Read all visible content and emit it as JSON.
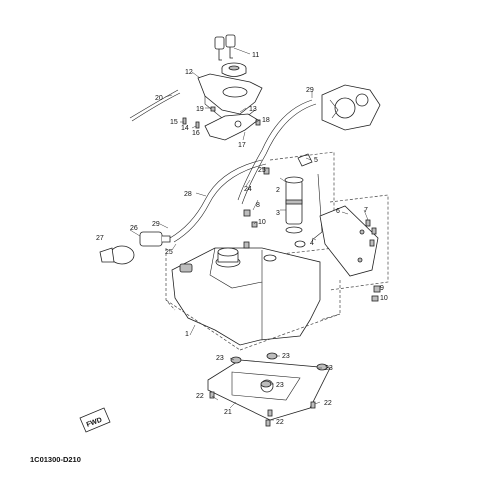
{
  "labels": {
    "p1": "1",
    "p2": "2",
    "p3": "3",
    "p4": "4",
    "p5": "5",
    "p6": "6",
    "p7": "7",
    "p8": "8",
    "p9": "9",
    "p10a": "10",
    "p10b": "10",
    "p11": "11",
    "p12": "12",
    "p13": "13",
    "p14": "14",
    "p15": "15",
    "p16": "16",
    "p17": "17",
    "p18": "18",
    "p19": "19",
    "p20": "20",
    "p21": "21",
    "p22a": "22",
    "p22b": "22",
    "p22c": "22",
    "p23a": "23",
    "p23b": "23",
    "p23c": "23",
    "p24": "24",
    "p25a": "25",
    "p25b": "25",
    "p26": "26",
    "p27": "27",
    "p28": "28",
    "p29a": "29",
    "p29b": "29"
  },
  "fwd": "FWD",
  "code": "1C01300-D210"
}
